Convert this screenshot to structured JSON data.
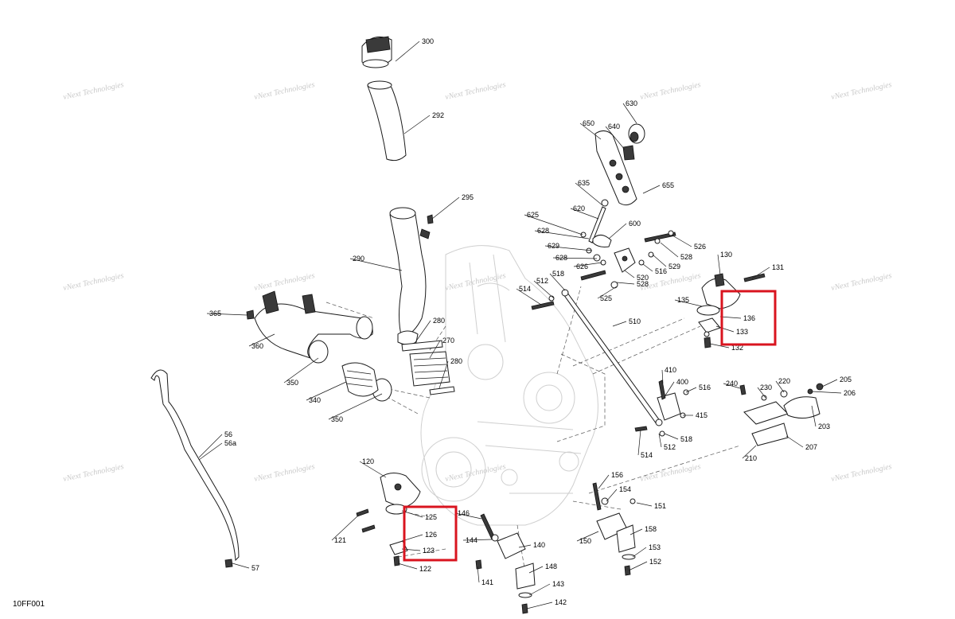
{
  "watermark": "vNext Technologies",
  "diagram_code": "10FF001",
  "highlight_color": "#d9141f",
  "callouts": [
    "300",
    "292",
    "295",
    "290",
    "280",
    "270",
    "280",
    "365",
    "360",
    "350",
    "340",
    "350",
    "56",
    "56a",
    "57",
    "650",
    "640",
    "630",
    "635",
    "655",
    "620",
    "625",
    "628",
    "629",
    "628",
    "600",
    "626",
    "526",
    "528",
    "529",
    "516",
    "520",
    "528",
    "525",
    "514",
    "512",
    "518",
    "510",
    "130",
    "131",
    "135",
    "136",
    "133",
    "132",
    "410",
    "400",
    "516",
    "415",
    "518",
    "512",
    "514",
    "240",
    "230",
    "220",
    "205",
    "206",
    "203",
    "207",
    "210",
    "120",
    "125",
    "126",
    "123",
    "122",
    "121",
    "146",
    "144",
    "140",
    "141",
    "148",
    "143",
    "142",
    "156",
    "154",
    "151",
    "150",
    "158",
    "153",
    "152"
  ]
}
